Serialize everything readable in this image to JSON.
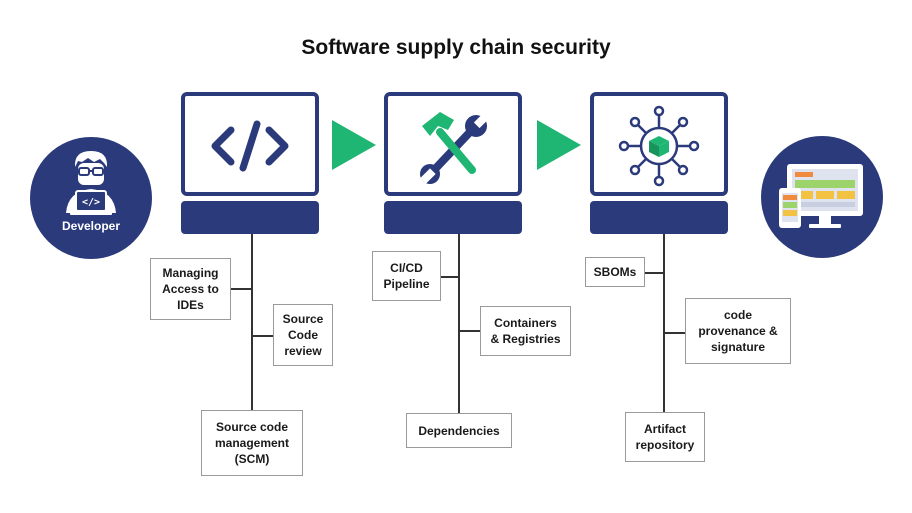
{
  "title": "Software supply chain security",
  "developer": {
    "label": "Developer",
    "icon": "developer-icon"
  },
  "stages": [
    {
      "icon": "code-icon"
    },
    {
      "icon": "tools-icon"
    },
    {
      "icon": "network-icon"
    }
  ],
  "stage1": {
    "items": [
      "Managing\nAccess to\nIDEs",
      "Source\nCode\nreview",
      "Source code\nmanagement\n(SCM)"
    ]
  },
  "stage2": {
    "items": [
      "CI/CD\nPipeline",
      "Containers\n& Registries",
      "Dependencies"
    ]
  },
  "stage3": {
    "items": [
      "SBOMs",
      "code\nprovenance &\nsignature",
      "Artifact\nrepository"
    ]
  },
  "end": {
    "icon": "devices-icon"
  },
  "colors": {
    "navy": "#2b3a7a",
    "arrow_green": "#1fb673",
    "icon_green": "#1fb673"
  }
}
